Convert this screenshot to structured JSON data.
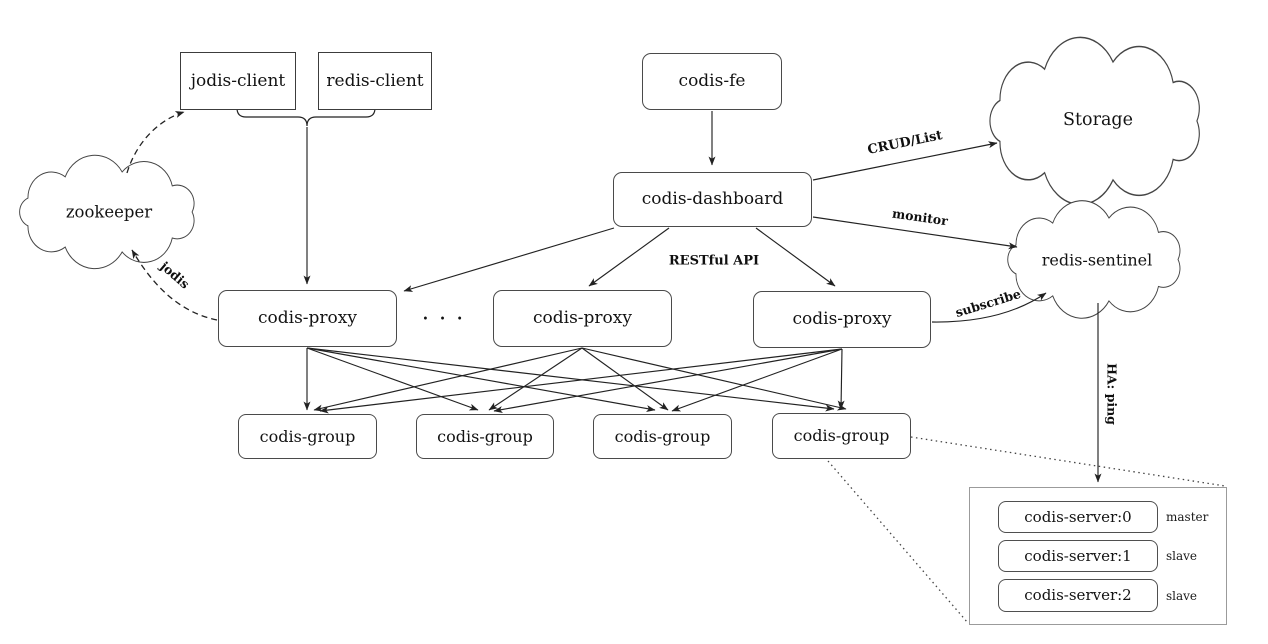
{
  "diagram": {
    "nodes": {
      "jodis_client": "jodis-client",
      "redis_client": "redis-client",
      "codis_fe": "codis-fe",
      "codis_dashboard": "codis-dashboard",
      "zookeeper": "zookeeper",
      "storage": "Storage",
      "redis_sentinel": "redis-sentinel",
      "codis_proxy_1": "codis-proxy",
      "codis_proxy_2": "codis-proxy",
      "codis_proxy_3": "codis-proxy",
      "proxy_ellipsis": "· · ·",
      "codis_group_1": "codis-group",
      "codis_group_2": "codis-group",
      "codis_group_3": "codis-group",
      "codis_group_4": "codis-group",
      "codis_server_0": "codis-server:0",
      "codis_server_1": "codis-server:1",
      "codis_server_2": "codis-server:2"
    },
    "edge_labels": {
      "crud_list": "CRUD/List",
      "monitor": "monitor",
      "restful_api": "RESTful API",
      "subscribe": "subscribe",
      "jodis": "jodis",
      "ha_ping": "HA: ping"
    },
    "role_labels": {
      "server_0": "master",
      "server_1": "slave",
      "server_2": "slave"
    },
    "colors": {
      "background": "#ffffff",
      "line": "#222222",
      "box_border": "#3c3c3c",
      "detail_border": "#9b9b9b",
      "text": "#111111"
    }
  }
}
